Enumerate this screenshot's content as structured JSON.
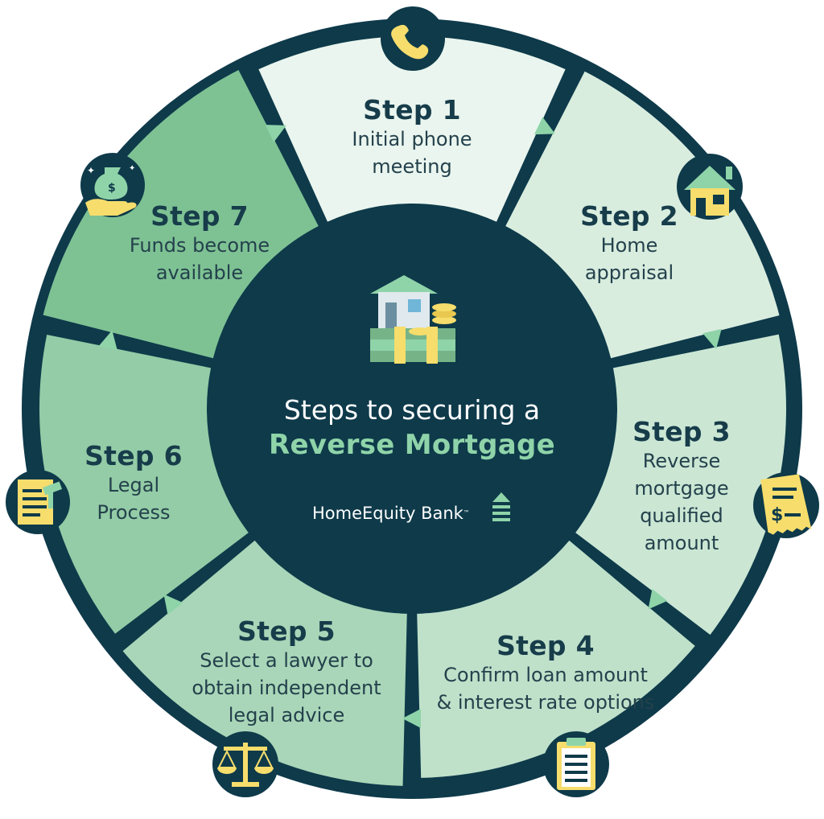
{
  "center": {
    "title": "Steps to securing a",
    "highlight": "Reverse Mortgage",
    "brand": "HomeEquity Bank",
    "trademark": "™"
  },
  "steps": [
    {
      "title": "Step 1",
      "description": "Initial phone\nmeeting",
      "icon": "phone-icon"
    },
    {
      "title": "Step 2",
      "description": "Home\nappraisal",
      "icon": "house-icon"
    },
    {
      "title": "Step 3",
      "description": "Reverse\nmortgage\nqualified\namount",
      "icon": "receipt-icon"
    },
    {
      "title": "Step 4",
      "description": "Confirm loan amount\n& interest rate options",
      "icon": "clipboard-icon"
    },
    {
      "title": "Step 5",
      "description": "Select a lawyer to\nobtain independent\nlegal advice",
      "icon": "scales-icon"
    },
    {
      "title": "Step 6",
      "description": "Legal\nProcess",
      "icon": "legal-document-icon"
    },
    {
      "title": "Step 7",
      "description": "Funds become\navailable",
      "icon": "money-bag-hand-icon"
    }
  ],
  "colors": {
    "navy": "#0e3a4a",
    "accent_green": "#8fd4a9",
    "step_fills": [
      "#e9f5ee",
      "#d9eddf",
      "#cbe7d4",
      "#bfe1ca",
      "#a9d6b8",
      "#93cca6",
      "#7ec294"
    ],
    "icon_yellow": "#f6dd6c"
  }
}
